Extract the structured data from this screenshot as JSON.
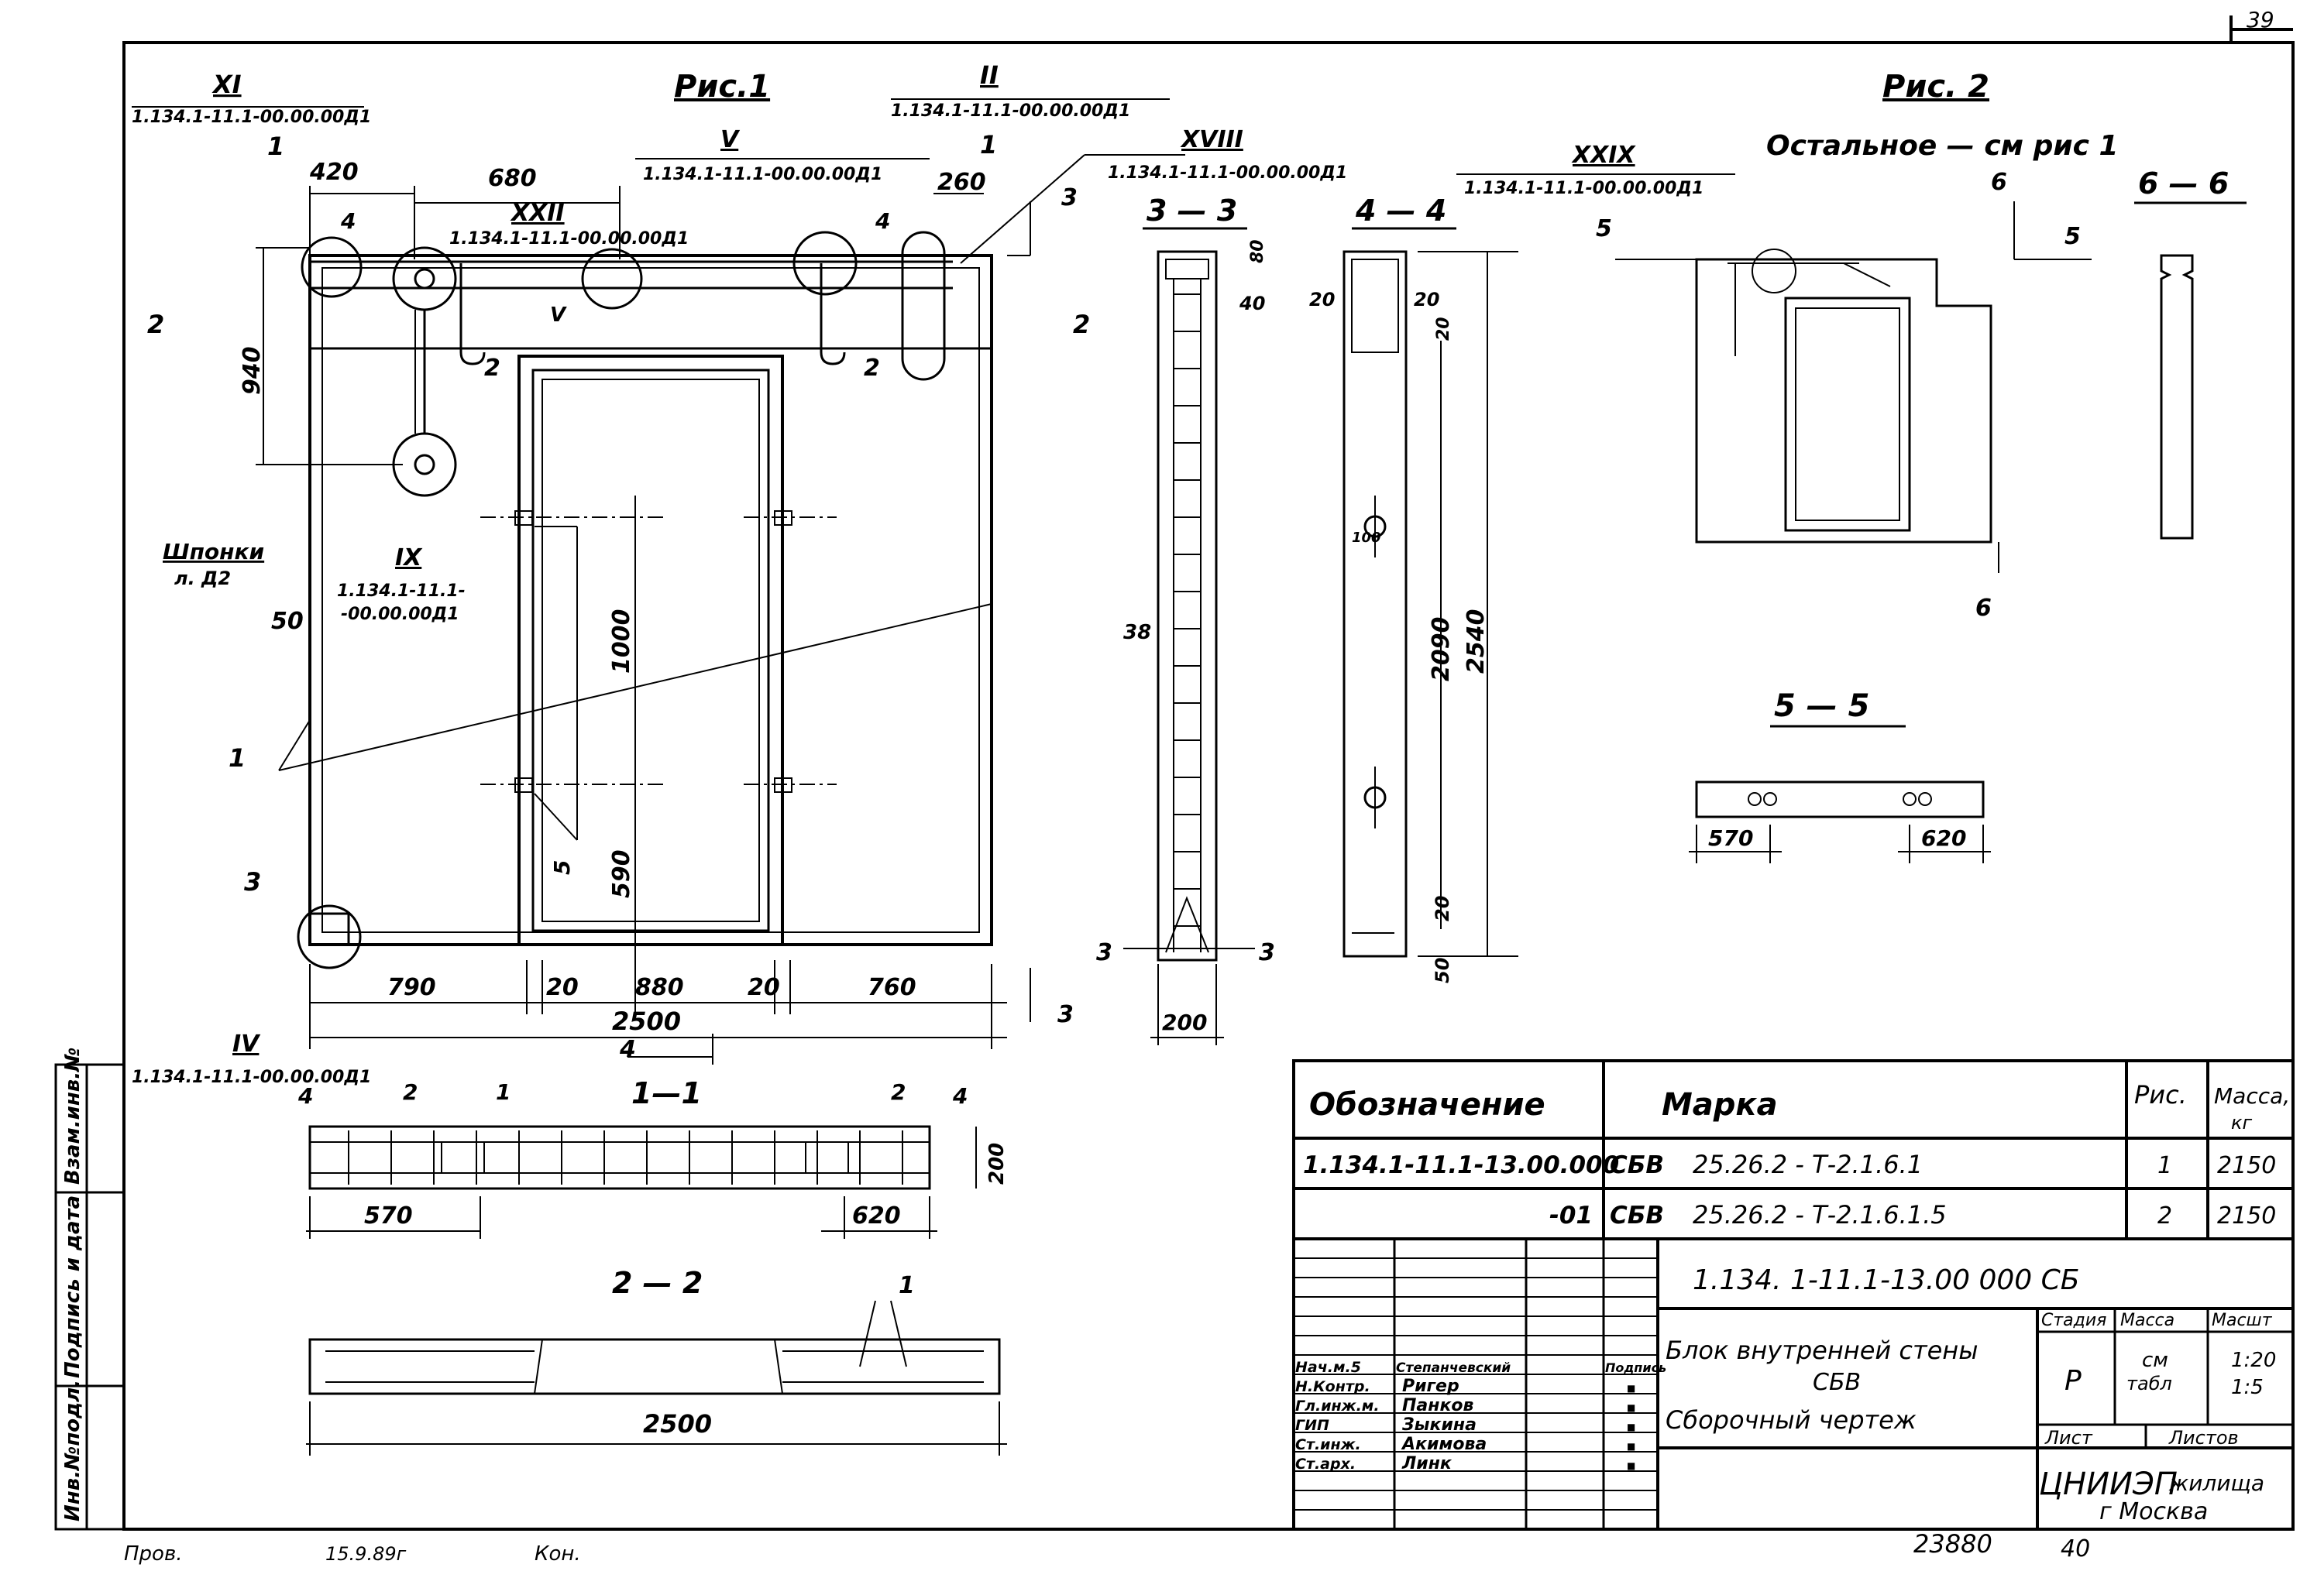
{
  "sheet": {
    "page_number": "39",
    "bottom_number": "23880",
    "bottom_page": "40",
    "bottom_left": "Пров.",
    "bottom_date": "15.9.89г",
    "bottom_kon": "Кон."
  },
  "side_stamp": {
    "inv_podl": "Инв.№подл.",
    "podpis": "Подпись и дата",
    "vzam": "Взам.инв.№"
  },
  "fig1": {
    "title": "Рис.1",
    "refs": {
      "xi": "XI",
      "xi_code": "1.134.1-11.1-00.00.00Д1",
      "ii": "II",
      "ii_code": "1.134.1-11.1-00.00.00Д1",
      "v_top": "V",
      "v_code": "1.134.1-11.1-00.00.00Д1",
      "xviii": "XVIII",
      "xviii_code": "1.134.1-11.1-00.00.00Д1",
      "xxii": "XXII",
      "xxii_code": "1.134.1-11.1-00.00.00Д1",
      "v": "V",
      "ix": "IX",
      "ix_code1": "1.134.1-11.1-",
      "ix_code2": "-00.00.00Д1",
      "iv": "IV",
      "iv_code": "1.134.1-11.1-00.00.00Д1",
      "shponki": "Шпонки",
      "shponki_ref": "л. Д2"
    },
    "dims": {
      "d420": "420",
      "d680": "680",
      "d260": "260",
      "d940": "940",
      "d50": "50",
      "d1000": "1000",
      "d590": "590",
      "d790": "790",
      "d20a": "20",
      "d880": "880",
      "d20b": "20",
      "d760": "760",
      "d2500": "2500"
    },
    "marks": {
      "m1a": "1",
      "m1b": "1",
      "m4a": "4",
      "m4b": "4",
      "m2a": "2",
      "m2b": "2",
      "m3": "3",
      "m5": "5",
      "m1c": "1",
      "m2l": "2",
      "m2r": "2",
      "m3t": "3",
      "m3b": "3",
      "m4": "4"
    }
  },
  "sec33": {
    "title": "3 — 3",
    "d80": "80",
    "d40": "40",
    "d38": "38",
    "d200": "200",
    "m3l": "3",
    "m3r": "3"
  },
  "sec44": {
    "title": "4 — 4",
    "d20a": "20",
    "d20b": "20",
    "d20c": "20",
    "d100": "100",
    "d2090": "2090",
    "d2540": "2540",
    "d20d": "20",
    "d50": "50"
  },
  "sec11": {
    "title": "1—1",
    "d570": "570",
    "d620": "620",
    "d200": "200",
    "m4l": "4",
    "m2l": "2",
    "m1": "1",
    "m2r": "2",
    "m4r": "4"
  },
  "sec22": {
    "title": "2 — 2",
    "d2500": "2500",
    "m1": "1"
  },
  "fig2": {
    "title": "Рис. 2",
    "note": "Остальное — см рис 1",
    "xxix": "XXIX",
    "xxix_code": "1.134.1-11.1-00.00.00Д1",
    "m6a": "6",
    "m6b": "6",
    "m5a": "5",
    "m5b": "5"
  },
  "sec66": {
    "title": "6 — 6"
  },
  "sec55": {
    "title": "5 — 5",
    "d570": "570",
    "d620": "620"
  },
  "spec": {
    "h_designation": "Обозначение",
    "h_mark": "Марка",
    "h_fig": "Рис.",
    "h_mass": "Масса,",
    "h_mass_unit": "кг",
    "rows": [
      {
        "designation": "1.134.1-11.1-13.00.000",
        "mark_a": "СБВ",
        "mark_b": "25.26.2 - Т-2.1.6.1",
        "fig": "1",
        "mass": "2150"
      },
      {
        "designation": "-01",
        "mark_a": "СБВ",
        "mark_b": "25.26.2 - Т-2.1.6.1.5",
        "fig": "2",
        "mass": "2150"
      }
    ]
  },
  "titleblock": {
    "doc_code": "1.134. 1-11.1-13.00 000 СБ",
    "name1": "Блок внутренней стены",
    "name2": "СБВ",
    "name3": "Сборочный   чертеж",
    "stage_h": "Стадия",
    "mass_h": "Масса",
    "scale_h": "Масшт",
    "stage": "Р",
    "mass1": "см",
    "mass2": "табл",
    "scale1": "1:20",
    "scale2": "1:5",
    "sheet_h": "Лист",
    "sheets_h": "Листов",
    "org1": "ЦНИИЭП",
    "org2": "жилища",
    "org3": "г Москва",
    "people": [
      {
        "role": "Нач.м.5",
        "name": "Степанчевский",
        "sig": "Подпись"
      },
      {
        "role": "Н.Контр.",
        "name": "Ригер",
        "sig": "■"
      },
      {
        "role": "Гл.инж.м.",
        "name": "Панков",
        "sig": "■"
      },
      {
        "role": "ГИП",
        "name": "Зыкина",
        "sig": "■"
      },
      {
        "role": "Ст.инж.",
        "name": "Акимова",
        "sig": "■"
      },
      {
        "role": "Ст.арх.",
        "name": "Линк",
        "sig": "■"
      }
    ]
  }
}
